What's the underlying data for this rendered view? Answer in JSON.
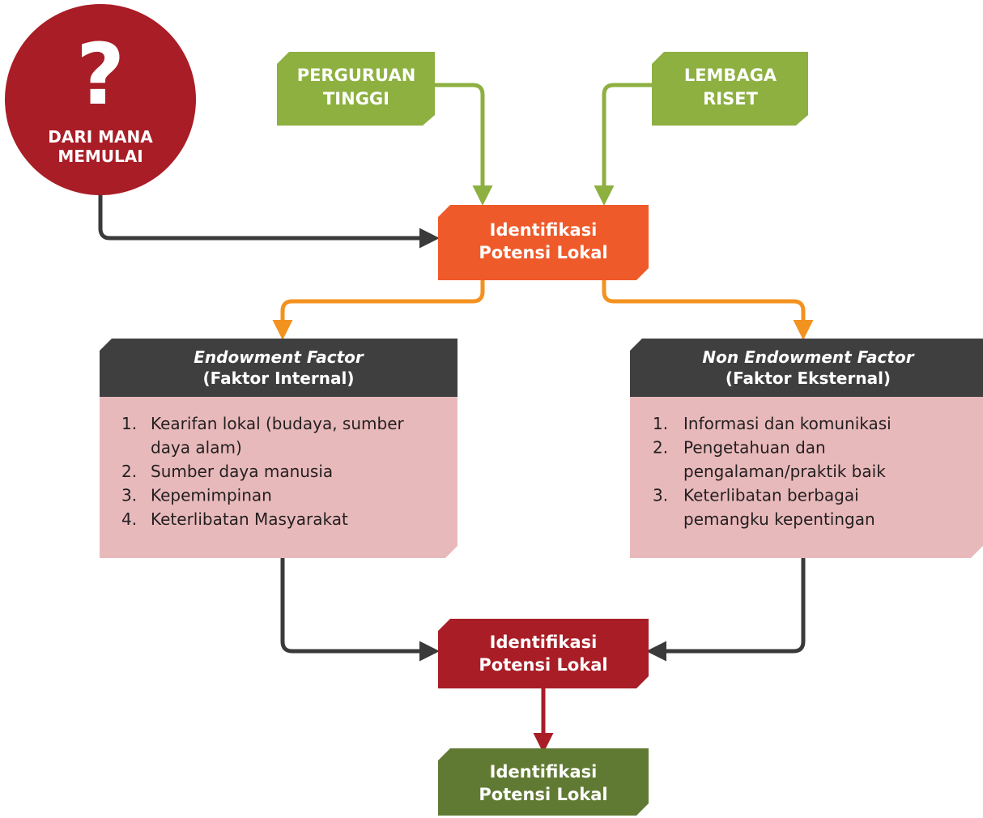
{
  "start": {
    "symbol": "?",
    "line1": "DARI MANA",
    "line2": "MEMULAI",
    "color": "#a91d26"
  },
  "source_left": {
    "line1": "PERGURUAN",
    "line2": "TINGGI",
    "color": "#8db041"
  },
  "source_right": {
    "line1": "LEMBAGA",
    "line2": "RISET",
    "color": "#8db041"
  },
  "step_identify": {
    "line1": "Identifikasi",
    "line2": "Potensi Lokal",
    "color": "#ef5a2a"
  },
  "endowment": {
    "title": "Endowment Factor",
    "subtitle": "(Faktor Internal)",
    "items": [
      {
        "num": "1.",
        "lines": [
          "Kearifan lokal (budaya, sumber",
          "daya alam)"
        ]
      },
      {
        "num": "2.",
        "lines": [
          "Sumber daya manusia"
        ]
      },
      {
        "num": "3.",
        "lines": [
          "Kepemimpinan"
        ]
      },
      {
        "num": "4.",
        "lines": [
          "Keterlibatan Masyarakat"
        ]
      }
    ]
  },
  "non_endowment": {
    "title": "Non Endowment Factor",
    "subtitle": "(Faktor Eksternal)",
    "items": [
      {
        "num": "1.",
        "lines": [
          "Informasi dan komunikasi"
        ]
      },
      {
        "num": "2.",
        "lines": [
          "Pengetahuan dan",
          "pengalaman/praktik baik"
        ]
      },
      {
        "num": "3.",
        "lines": [
          "Keterlibatan berbagai",
          "pemangku kepentingan"
        ]
      }
    ]
  },
  "step_analyze": {
    "line1": "Identifikasi",
    "line2": "Potensi Lokal",
    "color": "#a91d26"
  },
  "step_result": {
    "line1": "Identifikasi",
    "line2": "Potensi Lokal",
    "color": "#617a33"
  },
  "colors": {
    "header": "#3f3f3f",
    "list_bg": "#e8b9bb",
    "arrow_dark": "#3a3a3a",
    "arrow_green": "#8db041",
    "arrow_orange": "#f3921e",
    "arrow_red": "#a91d26"
  }
}
